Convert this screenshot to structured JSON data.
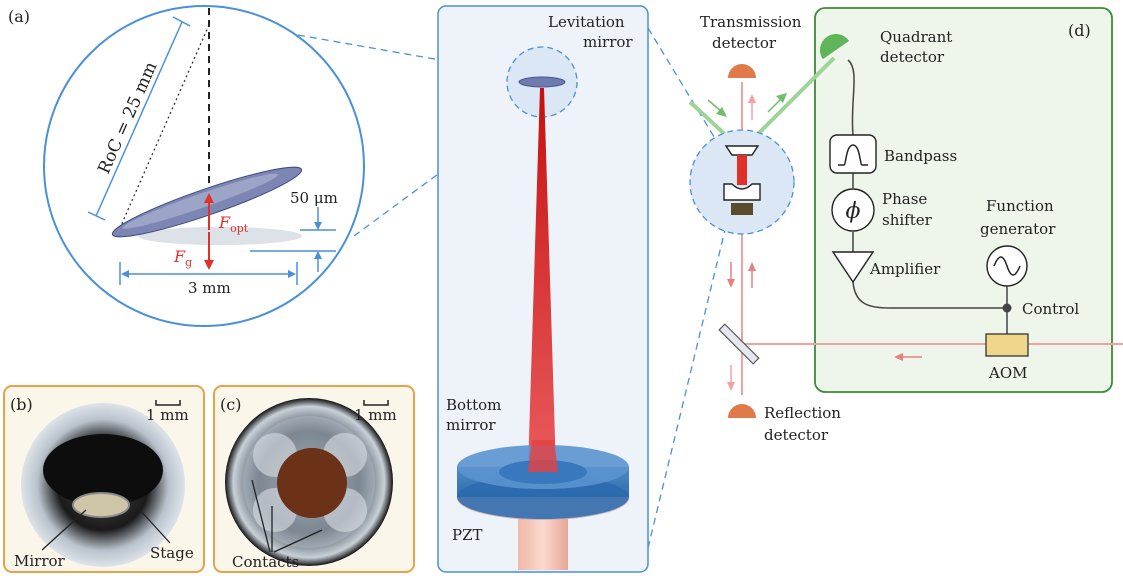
{
  "panel_a": {
    "tag": "(a)",
    "roc": "RoC = 25 mm",
    "gap": "50 μm",
    "width": "3 mm",
    "f_opt": "F",
    "f_opt_sub": "opt",
    "f_g": "F",
    "f_g_sub": "g"
  },
  "panel_b": {
    "tag": "(b)",
    "scale": "1 mm",
    "mirror": "Mirror",
    "stage": "Stage"
  },
  "panel_c": {
    "tag": "(c)",
    "scale": "1 mm",
    "contacts": "Contacts"
  },
  "center": {
    "lev1": "Levitation",
    "lev2": "mirror",
    "bottom1": "Bottom",
    "bottom2": "mirror",
    "pzt": "PZT"
  },
  "panel_d": {
    "tag": "(d)",
    "trans1": "Transmission",
    "trans2": "detector",
    "quad1": "Quadrant",
    "quad2": "detector",
    "bandpass": "Bandpass",
    "phi": "ϕ",
    "phase1": "Phase",
    "phase2": "shifter",
    "func1": "Function",
    "func2": "generator",
    "amplifier": "Amplifier",
    "control": "Control",
    "aom": "AOM",
    "refl1": "Reflection",
    "refl2": "detector"
  },
  "colors": {
    "blue": "#4a90d9",
    "orange": "#e6a24a",
    "green": "#3f8a3a",
    "red": "#e0302a",
    "pink": "#f2a0a0",
    "lightgreen": "#9fd39a"
  }
}
